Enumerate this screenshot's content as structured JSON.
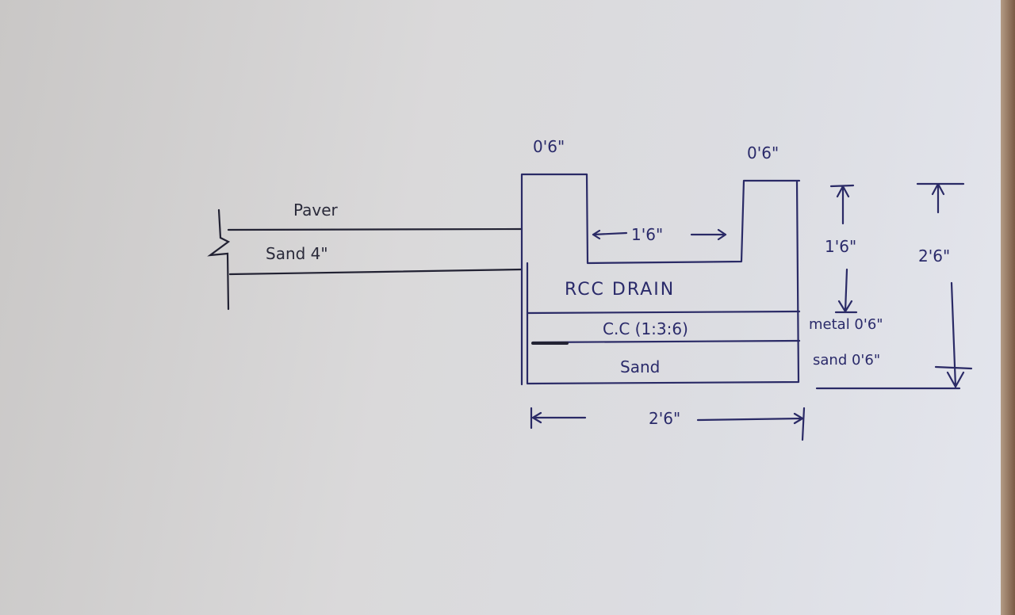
{
  "diagram": {
    "labels": {
      "paver": "Paver",
      "sand_layer": "Sand 4\"",
      "left_wall_thickness": "0'6\"",
      "right_wall_thickness": "0'6\"",
      "inner_width": "1'6\"",
      "drain_name": "RCC DRAIN",
      "cc_layer": "C.C (1:3:6)",
      "sand_base": "Sand",
      "total_width": "2'6\"",
      "inner_depth": "1'6\"",
      "total_depth": "2'6\"",
      "metal_layer": "metal 0'6\"",
      "sand_layer_right": "sand 0'6\""
    },
    "colors": {
      "ink": "#2a2a66",
      "pencil": "#222233",
      "paper": "#dadadc"
    }
  }
}
